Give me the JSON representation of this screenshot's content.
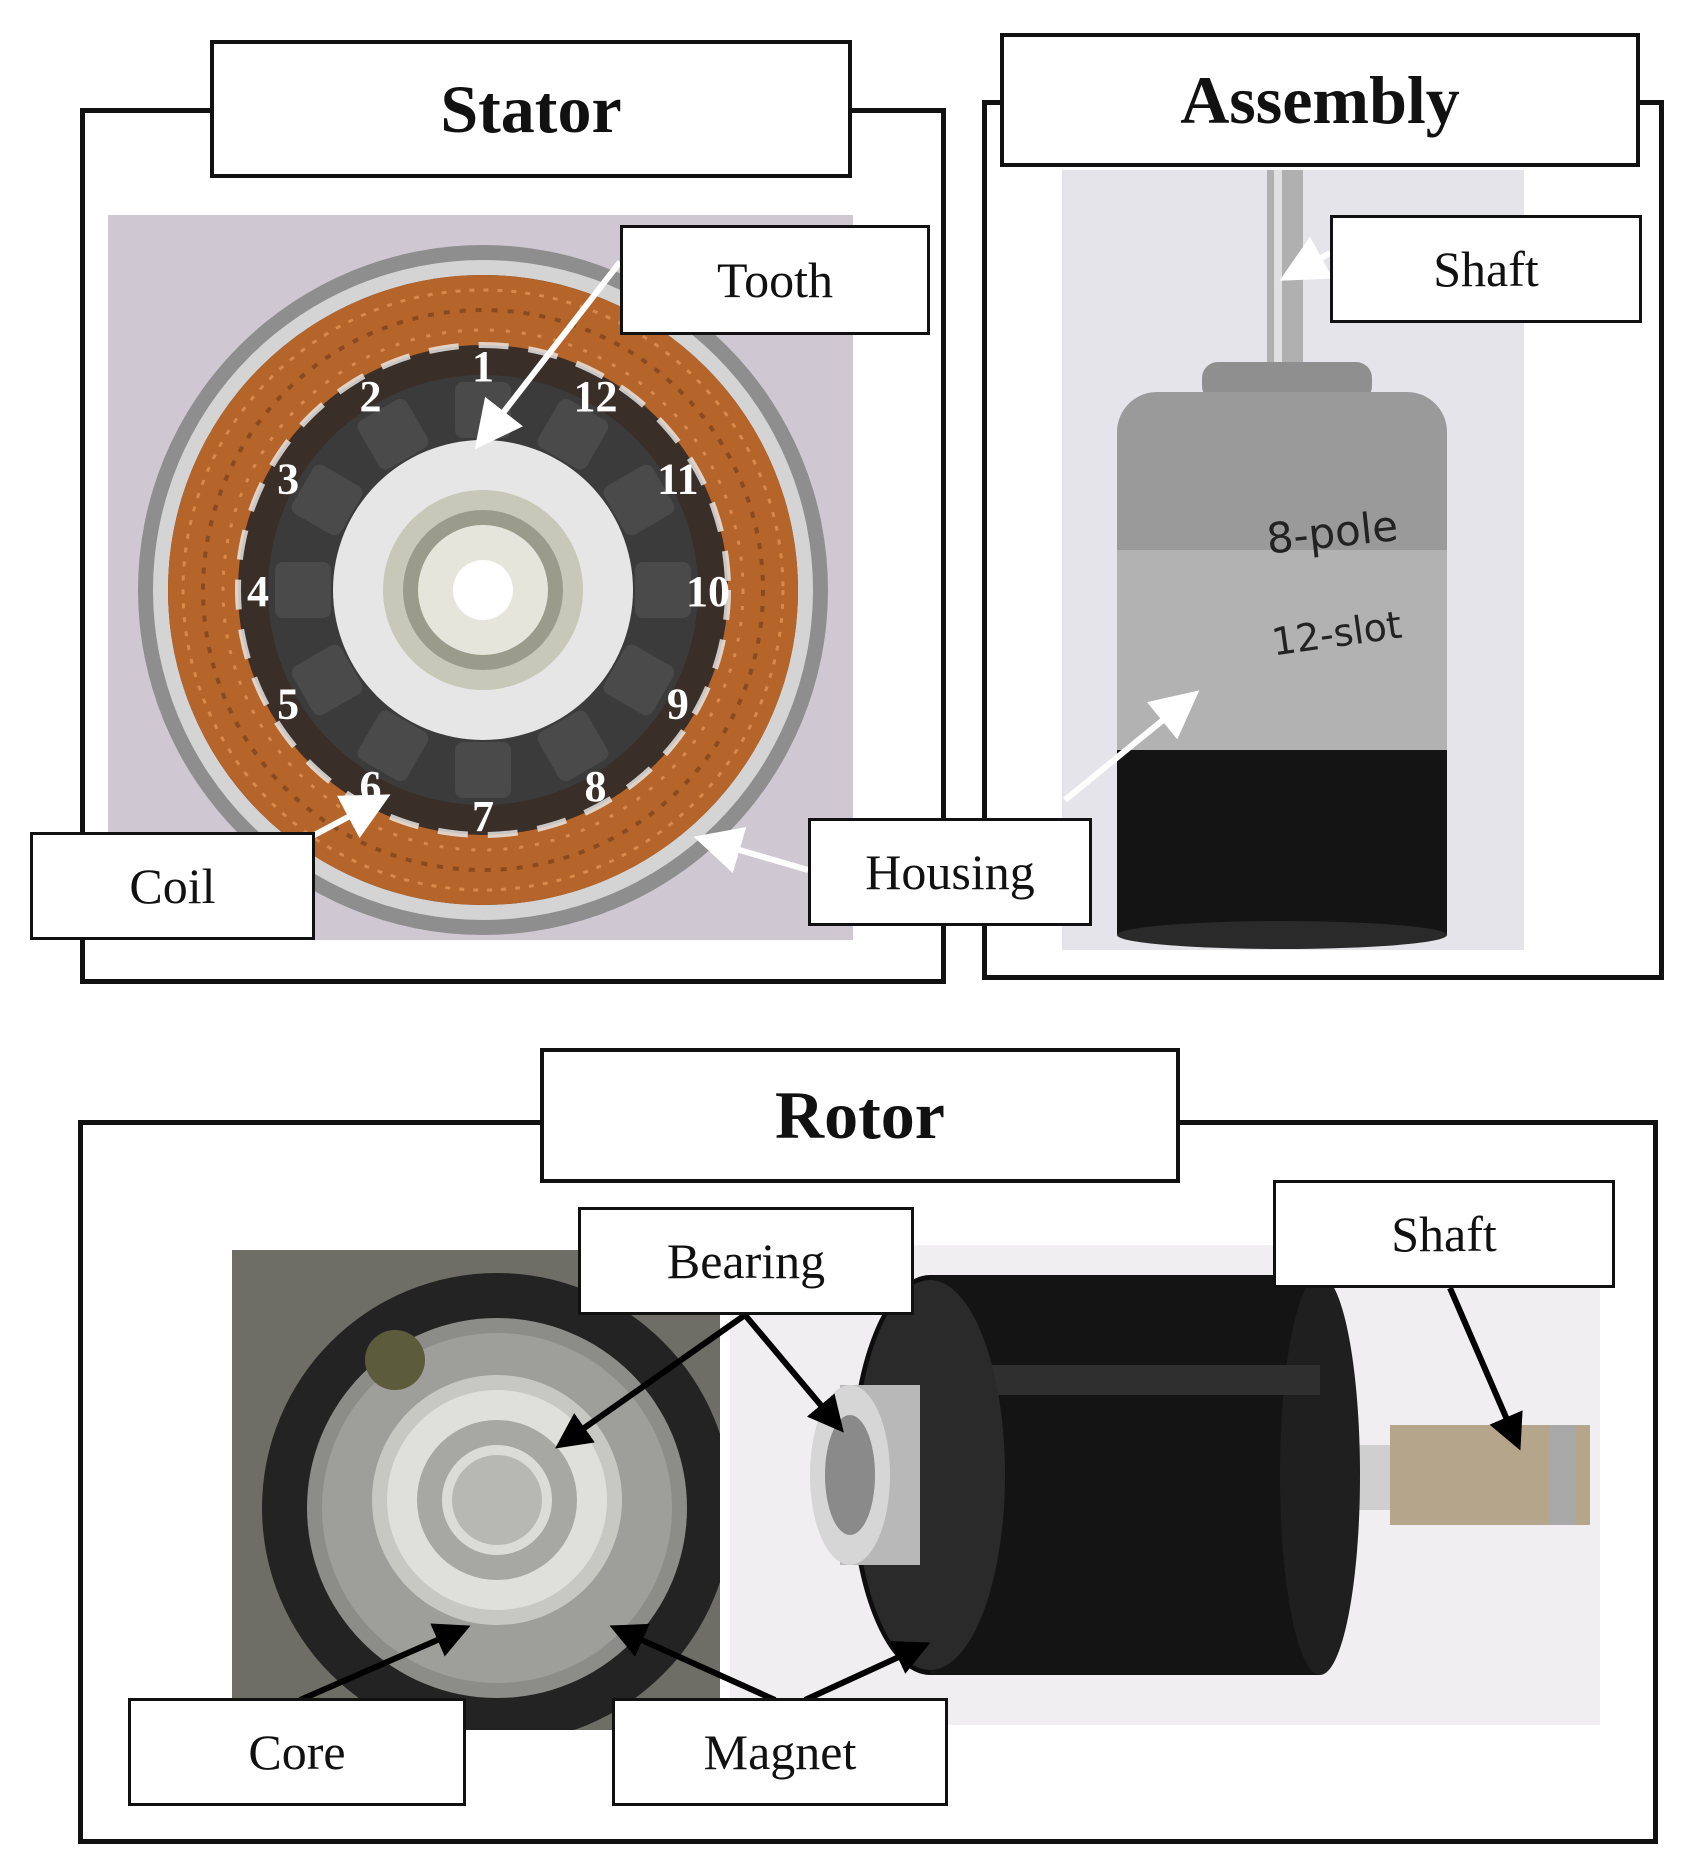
{
  "stator": {
    "title": "Stator",
    "labels": {
      "tooth": "Tooth",
      "coil": "Coil",
      "housing": "Housing"
    },
    "slot_numbers": [
      "1",
      "2",
      "3",
      "4",
      "5",
      "6",
      "7",
      "8",
      "9",
      "10",
      "11",
      "12"
    ]
  },
  "assembly": {
    "title": "Assembly",
    "labels": {
      "shaft": "Shaft"
    },
    "handwriting": [
      "8-pole",
      "12-slot"
    ]
  },
  "rotor": {
    "title": "Rotor",
    "labels": {
      "bearing": "Bearing",
      "shaft": "Shaft",
      "core": "Core",
      "magnet": "Magnet"
    }
  },
  "colors": {
    "frame": "#111111",
    "photo_background": "#cfc8d2",
    "copper": "#b5642a",
    "steel": "#b8b8b8",
    "magnet_black": "#1a1a1a",
    "housing_grey": "#9a9a9a",
    "arrow_white": "#ffffff",
    "arrow_black": "#000000"
  }
}
